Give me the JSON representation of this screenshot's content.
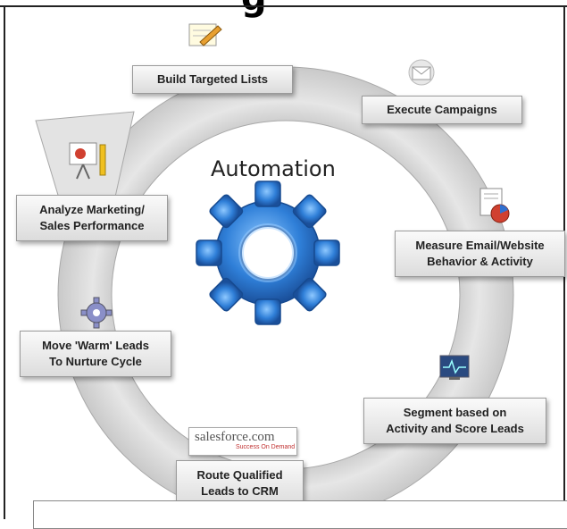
{
  "title_fragment": "g",
  "center": {
    "label": "Automation"
  },
  "steps": [
    {
      "label": "Build Targeted Lists",
      "icon": "pencil-notepad-icon"
    },
    {
      "label": "Execute Campaigns",
      "icon": "envelope-icon"
    },
    {
      "label": "Measure Email/Website\nBehavior & Activity",
      "icon": "report-chart-icon"
    },
    {
      "label": "Segment based on\nActivity and Score Leads",
      "icon": "monitor-pulse-icon"
    },
    {
      "label": "Route Qualified\nLeads to CRM",
      "icon": "salesforce-logo"
    },
    {
      "label": "Move 'Warm' Leads\nTo Nurture Cycle",
      "icon": "gear-icon"
    },
    {
      "label": "Analyze Marketing/\nSales Performance",
      "icon": "presentation-easel-icon"
    }
  ],
  "salesforce_logo": {
    "text": "salesforce.com",
    "tagline": "Success On Demand"
  },
  "colors": {
    "ring": "#d9d9d9",
    "ring_edge": "#a8a8a8",
    "gear": "#2f7fd8",
    "box_border": "#9a9a9a"
  }
}
